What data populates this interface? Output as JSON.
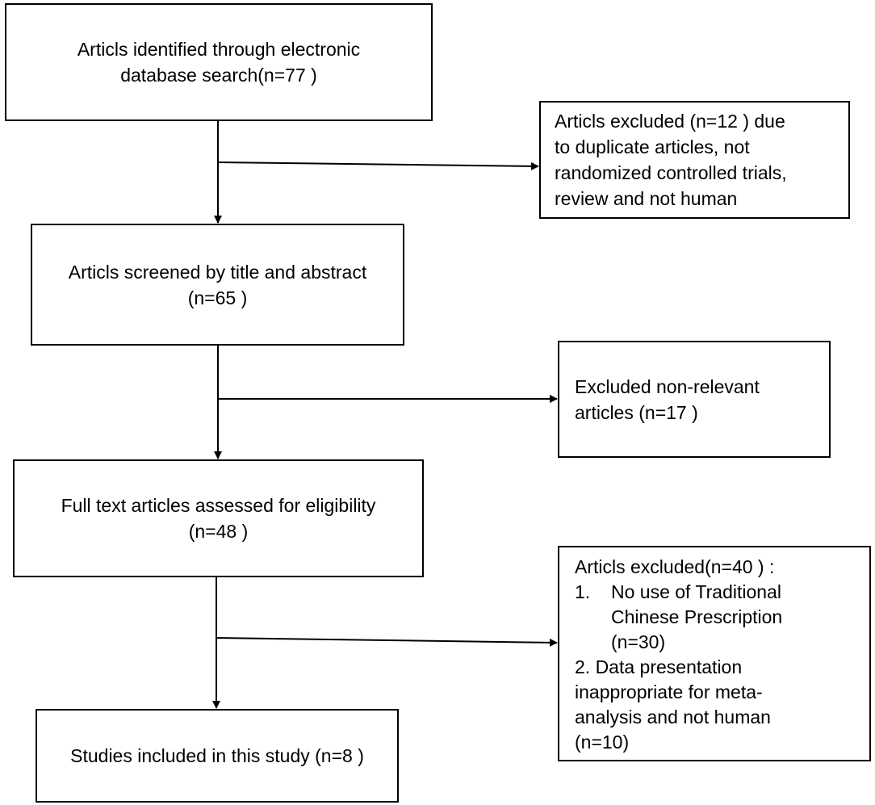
{
  "boxes": {
    "identified": {
      "line1": "Articls identified through electronic",
      "line2": "database search(n=77 )"
    },
    "screened": {
      "line1": "Articls screened by title and abstract",
      "line2": "(n=65 )"
    },
    "fulltext": {
      "line1": "Full text articles assessed for eligibility",
      "line2": "(n=48 )"
    },
    "included": {
      "line1": "Studies included in this study (n=8 )"
    },
    "excluded_duplicates": {
      "line1": "Articls excluded (n=12 ) due",
      "line2": "to duplicate articles, not",
      "line3": "randomized controlled trials,",
      "line4": "review and not human"
    },
    "excluded_nonrelevant": {
      "line1": "Excluded non-relevant",
      "line2": "articles  (n=17 )"
    },
    "excluded_final": {
      "header": "Articls excluded(n=40 ) :",
      "item1_num": "1.",
      "item1_line1": "No  use of  Traditional",
      "item1_line2": "Chinese Prescription",
      "item1_line3": "(n=30)",
      "item2_line1": "2. Data presentation",
      "item2_line2": "inappropriate for meta-",
      "item2_line3": "analysis and not human",
      "item2_line4": "(n=10)"
    }
  }
}
